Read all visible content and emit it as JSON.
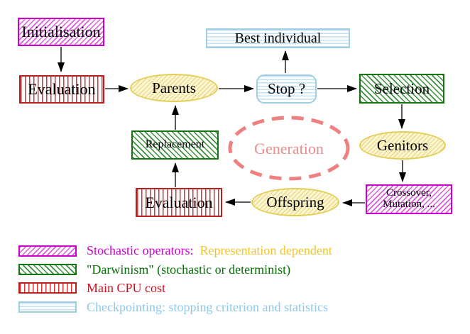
{
  "diagram": {
    "nodes": {
      "initialisation": "Initialisation",
      "evaluation_top": "Evaluation",
      "parents": "Parents",
      "best_individual": "Best individual",
      "stop": "Stop ?",
      "selection": "Selection",
      "genitors": "Genitors",
      "crossover_line1": "Crossover,",
      "crossover_line2": "Mutation, ...",
      "offspring": "Offspring",
      "evaluation_bottom": "Evaluation",
      "replacement": "Replacement",
      "generation": "Generation"
    },
    "colors": {
      "stochastic_magenta": "#cc00cc",
      "darwinism_green": "#117611",
      "cpu_red": "#bb2020",
      "checkpoint_cyan": "#9fcfe2",
      "population_yellow": "#e3cf57",
      "generation_salmon": "#ee8080",
      "arrow_black": "#000000"
    }
  },
  "legend": {
    "rows": [
      {
        "label": "Stochastic operators:",
        "label2": "Representation dependent"
      },
      {
        "label": "\"Darwinism\" (stochastic or determinist)"
      },
      {
        "label": "Main CPU cost"
      },
      {
        "label": "Checkpointing: stopping criterion and statistics"
      }
    ]
  }
}
